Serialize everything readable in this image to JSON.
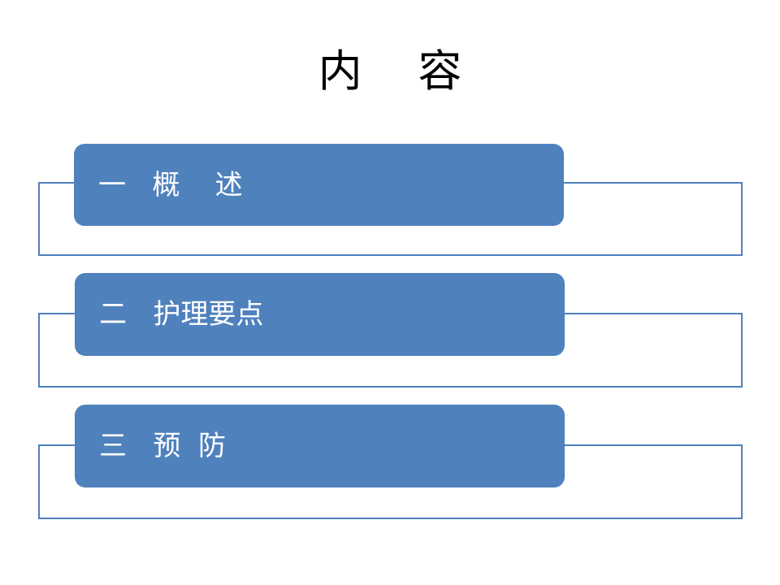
{
  "slide": {
    "title": "内    容",
    "items": [
      {
        "label": "一   概    述"
      },
      {
        "label": "二   护理要点"
      },
      {
        "label": "三   预  防"
      }
    ]
  },
  "colors": {
    "accent": "#4f81bd",
    "frame_line": "#4f81bd",
    "label_text": "#ffffff",
    "title_text": "#000000",
    "background": "#ffffff"
  }
}
